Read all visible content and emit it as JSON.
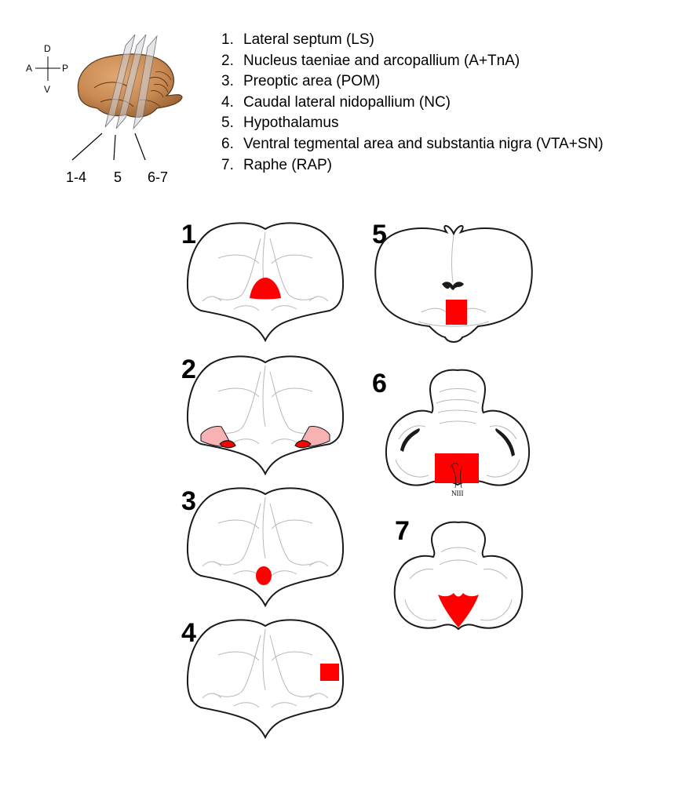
{
  "orientation": {
    "dorsal": "D",
    "ventral": "V",
    "anterior": "A",
    "posterior": "P"
  },
  "plane_labels": [
    "1-4",
    "5",
    "6-7"
  ],
  "regions": [
    {
      "num": "1.",
      "label": "Lateral septum (LS)"
    },
    {
      "num": "2.",
      "label": "Nucleus taeniae and arcopallium (A+TnA)"
    },
    {
      "num": "3.",
      "label": "Preoptic area (POM)"
    },
    {
      "num": "4.",
      "label": "Caudal lateral nidopallium (NC)"
    },
    {
      "num": "5.",
      "label": "Hypothalamus"
    },
    {
      "num": "6.",
      "label": "Ventral tegmental area and substantia nigra (VTA+SN)"
    },
    {
      "num": "7.",
      "label": "Raphe (RAP)"
    }
  ],
  "sections": [
    {
      "label": "1"
    },
    {
      "label": "2"
    },
    {
      "label": "3"
    },
    {
      "label": "4"
    },
    {
      "label": "5"
    },
    {
      "label": "6"
    },
    {
      "label": "7"
    }
  ],
  "nerve_label": "NIII",
  "colors": {
    "highlight": "#ff0000",
    "highlight_light": "#f7b3b3",
    "outline": "#1a1a1a",
    "inner_line": "#b8b8b8",
    "brain": "#c98a52"
  }
}
